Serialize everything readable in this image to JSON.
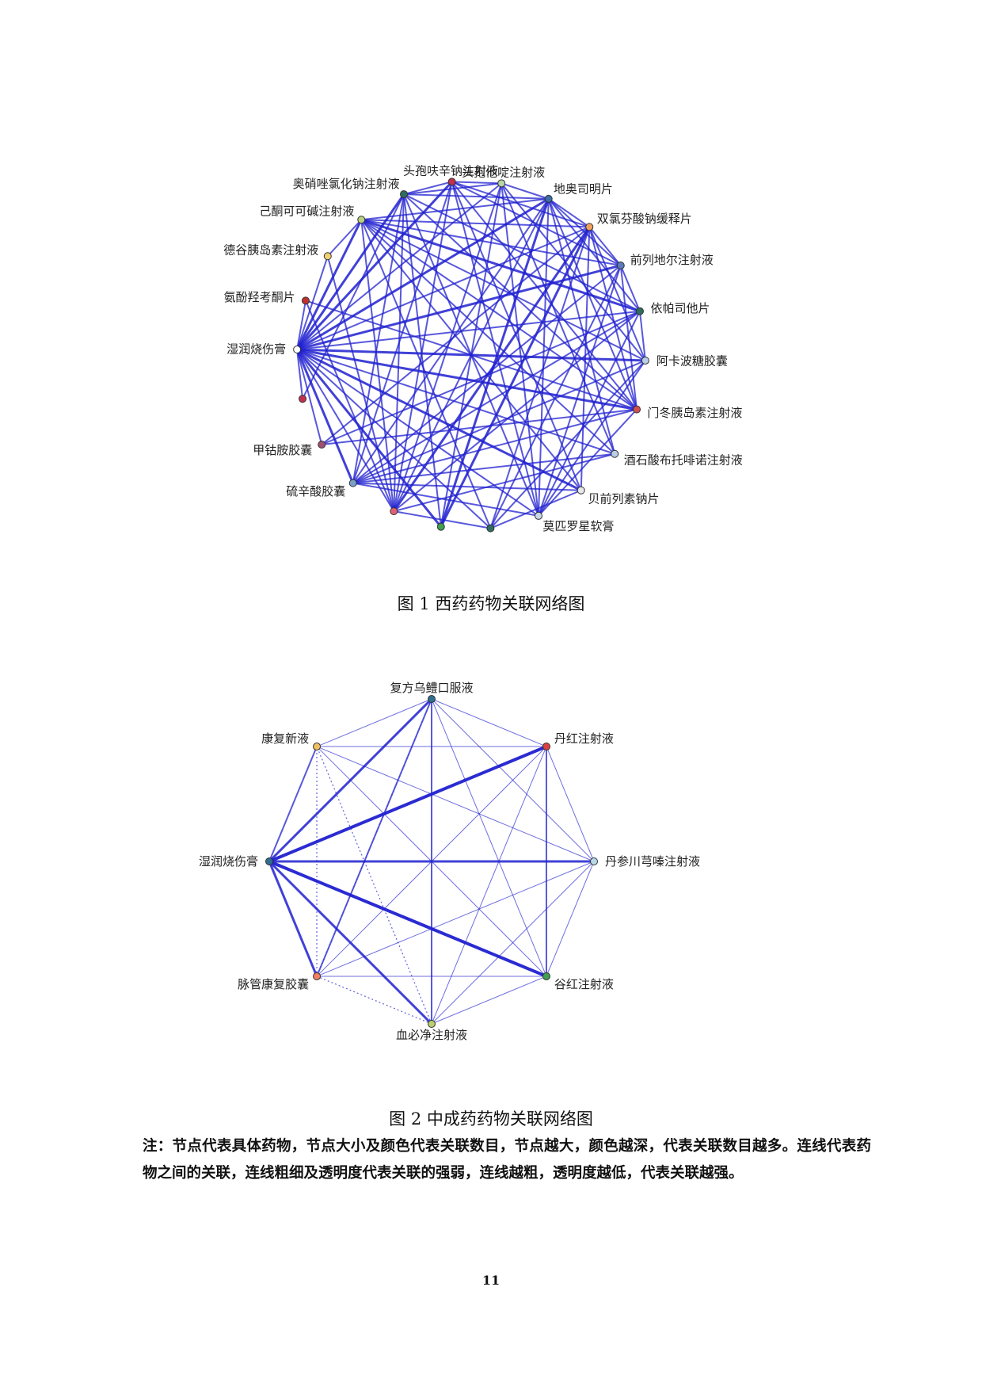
{
  "figure1": {
    "caption": "图 1  西药药物关联网络图",
    "nodes": [
      {
        "name": "头孢他啶注射液",
        "color": "#b8d4a8"
      },
      {
        "name": "地奥司明片",
        "color": "#3b6ea5"
      },
      {
        "name": "双氯芬酸钠缓释片",
        "color": "#f0a060"
      },
      {
        "name": "前列地尔注射液",
        "color": "#5a7ab8"
      },
      {
        "name": "依帕司他片",
        "color": "#2f6e5f"
      },
      {
        "name": "阿卡波糖胶囊",
        "color": "#b8cfe6"
      },
      {
        "name": "门冬胰岛素注射液",
        "color": "#d05050"
      },
      {
        "name": "酒石酸布托啡诺注射液",
        "color": "#b8cfe6"
      },
      {
        "name": "贝前列素钠片",
        "color": "#e8e8e8"
      },
      {
        "name": "莫匹罗星软膏",
        "color": "#c8d8e8"
      },
      {
        "name": "",
        "color": "#2f6e5f"
      },
      {
        "name": "",
        "color": "#3fa050"
      },
      {
        "name": "",
        "color": "#e06070"
      },
      {
        "name": "硫辛酸胶囊",
        "color": "#7aa0c8"
      },
      {
        "name": "甲钴胺胶囊",
        "color": "#a05070"
      },
      {
        "name": "",
        "color": "#c03050"
      },
      {
        "name": "湿润烧伤膏",
        "color": "#ffffff"
      },
      {
        "name": "氨酚羟考酮片",
        "color": "#c03030"
      },
      {
        "name": "德谷胰岛素注射液",
        "color": "#f0d070"
      },
      {
        "name": "己酮可可碱注射液",
        "color": "#b8d080"
      },
      {
        "name": "奥硝唑氯化钠注射液",
        "color": "#2f6e5f"
      },
      {
        "name": "头孢呋辛钠注射液",
        "color": "#c03050"
      }
    ],
    "edges": [
      [
        16,
        1,
        3
      ],
      [
        16,
        3,
        3
      ],
      [
        16,
        4,
        2
      ],
      [
        16,
        5,
        3
      ],
      [
        16,
        6,
        3
      ],
      [
        16,
        8,
        3
      ],
      [
        16,
        11,
        3
      ],
      [
        16,
        13,
        3
      ],
      [
        16,
        14,
        2
      ],
      [
        16,
        15,
        2
      ],
      [
        16,
        18,
        2
      ],
      [
        16,
        19,
        3
      ],
      [
        16,
        20,
        3
      ],
      [
        16,
        21,
        3
      ],
      [
        16,
        0,
        2
      ],
      [
        16,
        2,
        2
      ],
      [
        16,
        7,
        2
      ],
      [
        16,
        9,
        2
      ],
      [
        16,
        10,
        2
      ],
      [
        16,
        12,
        2
      ],
      [
        16,
        17,
        2
      ],
      [
        1,
        11,
        3
      ],
      [
        1,
        12,
        2
      ],
      [
        1,
        13,
        2
      ],
      [
        1,
        7,
        2
      ],
      [
        1,
        6,
        2
      ],
      [
        1,
        19,
        2
      ],
      [
        1,
        20,
        2
      ],
      [
        1,
        9,
        2
      ],
      [
        1,
        0,
        2
      ],
      [
        1,
        2,
        2
      ],
      [
        2,
        11,
        3
      ],
      [
        2,
        12,
        3
      ],
      [
        2,
        6,
        2
      ],
      [
        2,
        14,
        2
      ],
      [
        2,
        19,
        2
      ],
      [
        2,
        21,
        2
      ],
      [
        2,
        10,
        2
      ],
      [
        2,
        3,
        2
      ],
      [
        2,
        8,
        2
      ],
      [
        3,
        6,
        2
      ],
      [
        3,
        13,
        2
      ],
      [
        3,
        19,
        2
      ],
      [
        3,
        21,
        2
      ],
      [
        3,
        10,
        2
      ],
      [
        3,
        4,
        2
      ],
      [
        4,
        19,
        3
      ],
      [
        4,
        12,
        2
      ],
      [
        4,
        14,
        2
      ],
      [
        4,
        20,
        2
      ],
      [
        4,
        13,
        2
      ],
      [
        4,
        5,
        2
      ],
      [
        6,
        19,
        2
      ],
      [
        6,
        21,
        2
      ],
      [
        6,
        20,
        2
      ],
      [
        6,
        14,
        2
      ],
      [
        6,
        9,
        2
      ],
      [
        6,
        13,
        2
      ],
      [
        6,
        17,
        2
      ],
      [
        20,
        13,
        2
      ],
      [
        20,
        11,
        2
      ],
      [
        20,
        12,
        2
      ],
      [
        20,
        15,
        2
      ],
      [
        20,
        9,
        2
      ],
      [
        20,
        21,
        2
      ],
      [
        20,
        0,
        2
      ],
      [
        21,
        0,
        2
      ],
      [
        21,
        12,
        2
      ],
      [
        21,
        13,
        2
      ],
      [
        21,
        9,
        2
      ],
      [
        21,
        8,
        2
      ],
      [
        0,
        12,
        2
      ],
      [
        0,
        9,
        2
      ],
      [
        0,
        5,
        2
      ],
      [
        0,
        7,
        2
      ],
      [
        0,
        11,
        2
      ],
      [
        19,
        12,
        2
      ],
      [
        19,
        10,
        2
      ],
      [
        19,
        8,
        2
      ],
      [
        19,
        18,
        2
      ],
      [
        19,
        5,
        2
      ],
      [
        19,
        7,
        2
      ],
      [
        5,
        13,
        2
      ],
      [
        5,
        10,
        2
      ],
      [
        7,
        13,
        2
      ],
      [
        7,
        12,
        2
      ],
      [
        8,
        13,
        2
      ],
      [
        9,
        13,
        2
      ],
      [
        10,
        12,
        2
      ],
      [
        17,
        12,
        2
      ],
      [
        18,
        12,
        2
      ],
      [
        3,
        9,
        2
      ],
      [
        4,
        9,
        2
      ],
      [
        5,
        9,
        2
      ],
      [
        8,
        10,
        2
      ],
      [
        2,
        5,
        2
      ],
      [
        1,
        3,
        2
      ],
      [
        1,
        4,
        2
      ]
    ]
  },
  "figure2": {
    "caption": "图 2  中成药药物关联网络图",
    "nodes": [
      {
        "name": "复方乌鳢口服液",
        "color": "#2f6e8f"
      },
      {
        "name": "丹红注射液",
        "color": "#e04040"
      },
      {
        "name": "丹参川芎嗪注射液",
        "color": "#b8d8e8"
      },
      {
        "name": "谷红注射液",
        "color": "#3fa050"
      },
      {
        "name": "血必净注射液",
        "color": "#b8d070"
      },
      {
        "name": "脉管康复胶囊",
        "color": "#f08060"
      },
      {
        "name": "湿润烧伤膏",
        "color": "#2f6e8f"
      },
      {
        "name": "康复新液",
        "color": "#f0c060"
      }
    ],
    "edges": [
      [
        6,
        0,
        3
      ],
      [
        6,
        1,
        4
      ],
      [
        6,
        2,
        3
      ],
      [
        6,
        3,
        4
      ],
      [
        6,
        4,
        3
      ],
      [
        6,
        5,
        3
      ],
      [
        6,
        7,
        2
      ],
      [
        0,
        1,
        1
      ],
      [
        0,
        2,
        1
      ],
      [
        0,
        3,
        1
      ],
      [
        0,
        4,
        2
      ],
      [
        0,
        5,
        2
      ],
      [
        0,
        7,
        1
      ],
      [
        1,
        2,
        1
      ],
      [
        1,
        3,
        2
      ],
      [
        1,
        4,
        1
      ],
      [
        1,
        5,
        1
      ],
      [
        1,
        7,
        1
      ],
      [
        2,
        3,
        1
      ],
      [
        2,
        4,
        1
      ],
      [
        2,
        5,
        1
      ],
      [
        2,
        7,
        1
      ],
      [
        3,
        4,
        1
      ],
      [
        3,
        5,
        1
      ],
      [
        3,
        7,
        1
      ],
      [
        4,
        7,
        "d"
      ],
      [
        5,
        7,
        "d"
      ],
      [
        0,
        5,
        "d2"
      ],
      [
        4,
        5,
        "d"
      ]
    ]
  },
  "note": "注：节点代表具体药物，节点大小及颜色代表关联数目，节点越大，颜色越深，代表关联数目越多。连线代表药物之间的关联，连线粗细及透明度代表关联的强弱，连线越粗，透明度越低，代表关联越强。",
  "page_number": "11"
}
